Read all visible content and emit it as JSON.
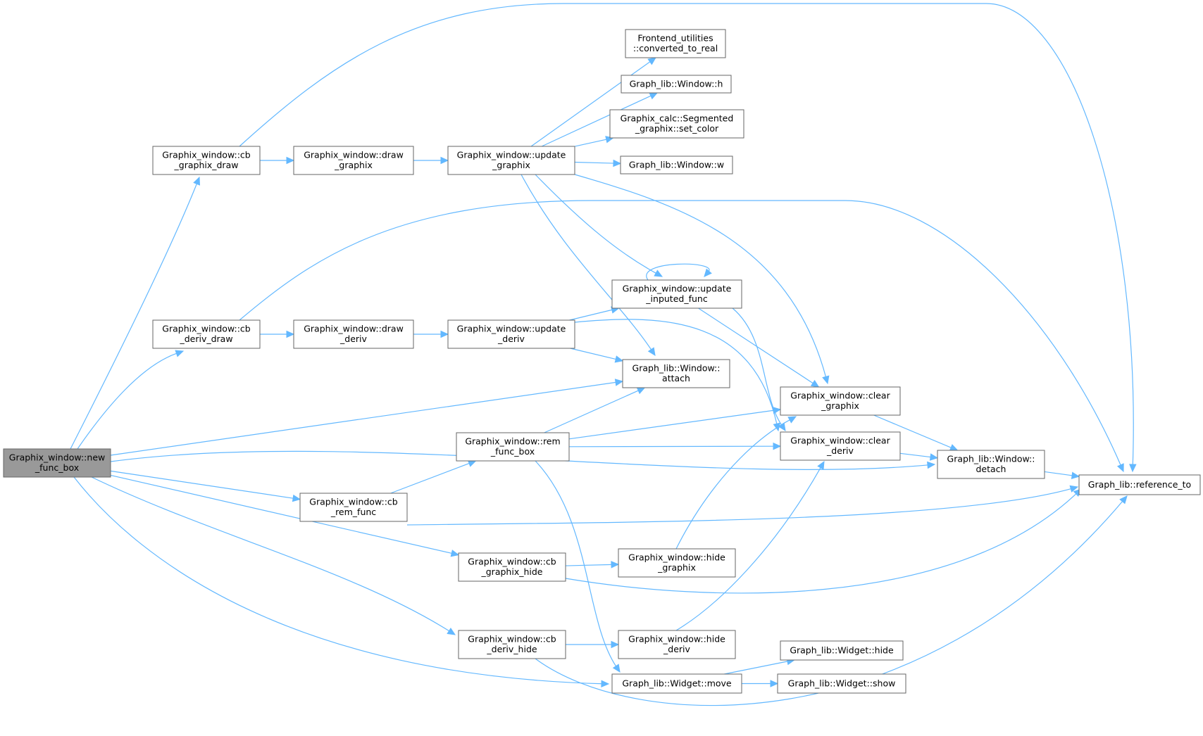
{
  "graph": {
    "nodes": [
      {
        "id": "new_func_box",
        "lines": [
          "Graphix_window::new",
          "_func_box"
        ],
        "root": true
      },
      {
        "id": "cb_graphix_draw",
        "lines": [
          "Graphix_window::cb",
          "_graphix_draw"
        ]
      },
      {
        "id": "draw_graphix",
        "lines": [
          "Graphix_window::draw",
          "_graphix"
        ]
      },
      {
        "id": "update_graphix",
        "lines": [
          "Graphix_window::update",
          "_graphix"
        ]
      },
      {
        "id": "converted_to_real",
        "lines": [
          "Frontend_utilities",
          "::converted_to_real"
        ]
      },
      {
        "id": "window_h",
        "lines": [
          "Graph_lib::Window::h"
        ]
      },
      {
        "id": "set_color",
        "lines": [
          "Graphix_calc::Segmented",
          "_graphix::set_color"
        ]
      },
      {
        "id": "window_w",
        "lines": [
          "Graph_lib::Window::w"
        ]
      },
      {
        "id": "cb_deriv_draw",
        "lines": [
          "Graphix_window::cb",
          "_deriv_draw"
        ]
      },
      {
        "id": "draw_deriv",
        "lines": [
          "Graphix_window::draw",
          "_deriv"
        ]
      },
      {
        "id": "update_deriv",
        "lines": [
          "Graphix_window::update",
          "_deriv"
        ]
      },
      {
        "id": "update_inputed_func",
        "lines": [
          "Graphix_window::update",
          "_inputed_func"
        ]
      },
      {
        "id": "attach",
        "lines": [
          "Graph_lib::Window::",
          "attach"
        ]
      },
      {
        "id": "clear_graphix",
        "lines": [
          "Graphix_window::clear",
          "_graphix"
        ]
      },
      {
        "id": "clear_deriv",
        "lines": [
          "Graphix_window::clear",
          "_deriv"
        ]
      },
      {
        "id": "rem_func_box",
        "lines": [
          "Graphix_window::rem",
          "_func_box"
        ]
      },
      {
        "id": "detach",
        "lines": [
          "Graph_lib::Window::",
          "detach"
        ]
      },
      {
        "id": "reference_to",
        "lines": [
          "Graph_lib::reference_to"
        ]
      },
      {
        "id": "cb_rem_func",
        "lines": [
          "Graphix_window::cb",
          "_rem_func"
        ]
      },
      {
        "id": "cb_graphix_hide",
        "lines": [
          "Graphix_window::cb",
          "_graphix_hide"
        ]
      },
      {
        "id": "hide_graphix",
        "lines": [
          "Graphix_window::hide",
          "_graphix"
        ]
      },
      {
        "id": "cb_deriv_hide",
        "lines": [
          "Graphix_window::cb",
          "_deriv_hide"
        ]
      },
      {
        "id": "hide_deriv",
        "lines": [
          "Graphix_window::hide",
          "_deriv"
        ]
      },
      {
        "id": "widget_hide",
        "lines": [
          "Graph_lib::Widget::hide"
        ]
      },
      {
        "id": "widget_move",
        "lines": [
          "Graph_lib::Widget::move"
        ]
      },
      {
        "id": "widget_show",
        "lines": [
          "Graph_lib::Widget::show"
        ]
      }
    ],
    "edges": [
      [
        "new_func_box",
        "cb_graphix_draw"
      ],
      [
        "new_func_box",
        "cb_deriv_draw"
      ],
      [
        "new_func_box",
        "attach"
      ],
      [
        "new_func_box",
        "detach"
      ],
      [
        "new_func_box",
        "cb_rem_func"
      ],
      [
        "new_func_box",
        "cb_graphix_hide"
      ],
      [
        "new_func_box",
        "cb_deriv_hide"
      ],
      [
        "new_func_box",
        "widget_move"
      ],
      [
        "cb_graphix_draw",
        "draw_graphix"
      ],
      [
        "cb_graphix_draw",
        "reference_to"
      ],
      [
        "draw_graphix",
        "update_graphix"
      ],
      [
        "update_graphix",
        "converted_to_real"
      ],
      [
        "update_graphix",
        "window_h"
      ],
      [
        "update_graphix",
        "set_color"
      ],
      [
        "update_graphix",
        "window_w"
      ],
      [
        "update_graphix",
        "update_inputed_func"
      ],
      [
        "update_graphix",
        "attach"
      ],
      [
        "update_graphix",
        "clear_graphix"
      ],
      [
        "cb_deriv_draw",
        "draw_deriv"
      ],
      [
        "cb_deriv_draw",
        "reference_to"
      ],
      [
        "draw_deriv",
        "update_deriv"
      ],
      [
        "update_deriv",
        "update_inputed_func"
      ],
      [
        "update_deriv",
        "attach"
      ],
      [
        "update_deriv",
        "clear_deriv"
      ],
      [
        "update_inputed_func",
        "update_inputed_func"
      ],
      [
        "update_inputed_func",
        "clear_graphix"
      ],
      [
        "update_inputed_func",
        "clear_deriv"
      ],
      [
        "clear_graphix",
        "detach"
      ],
      [
        "clear_deriv",
        "detach"
      ],
      [
        "detach",
        "reference_to"
      ],
      [
        "rem_func_box",
        "attach"
      ],
      [
        "rem_func_box",
        "clear_graphix"
      ],
      [
        "rem_func_box",
        "clear_deriv"
      ],
      [
        "rem_func_box",
        "widget_move"
      ],
      [
        "cb_rem_func",
        "rem_func_box"
      ],
      [
        "cb_rem_func",
        "reference_to"
      ],
      [
        "cb_graphix_hide",
        "hide_graphix"
      ],
      [
        "cb_graphix_hide",
        "reference_to"
      ],
      [
        "hide_graphix",
        "clear_graphix"
      ],
      [
        "cb_deriv_hide",
        "hide_deriv"
      ],
      [
        "cb_deriv_hide",
        "reference_to"
      ],
      [
        "hide_deriv",
        "clear_deriv"
      ],
      [
        "widget_move",
        "widget_hide"
      ],
      [
        "widget_move",
        "widget_show"
      ]
    ]
  },
  "colors": {
    "edge": "#63b8ff",
    "node_border": "#666666",
    "node_fill": "#ffffff",
    "root_fill": "#999999"
  }
}
